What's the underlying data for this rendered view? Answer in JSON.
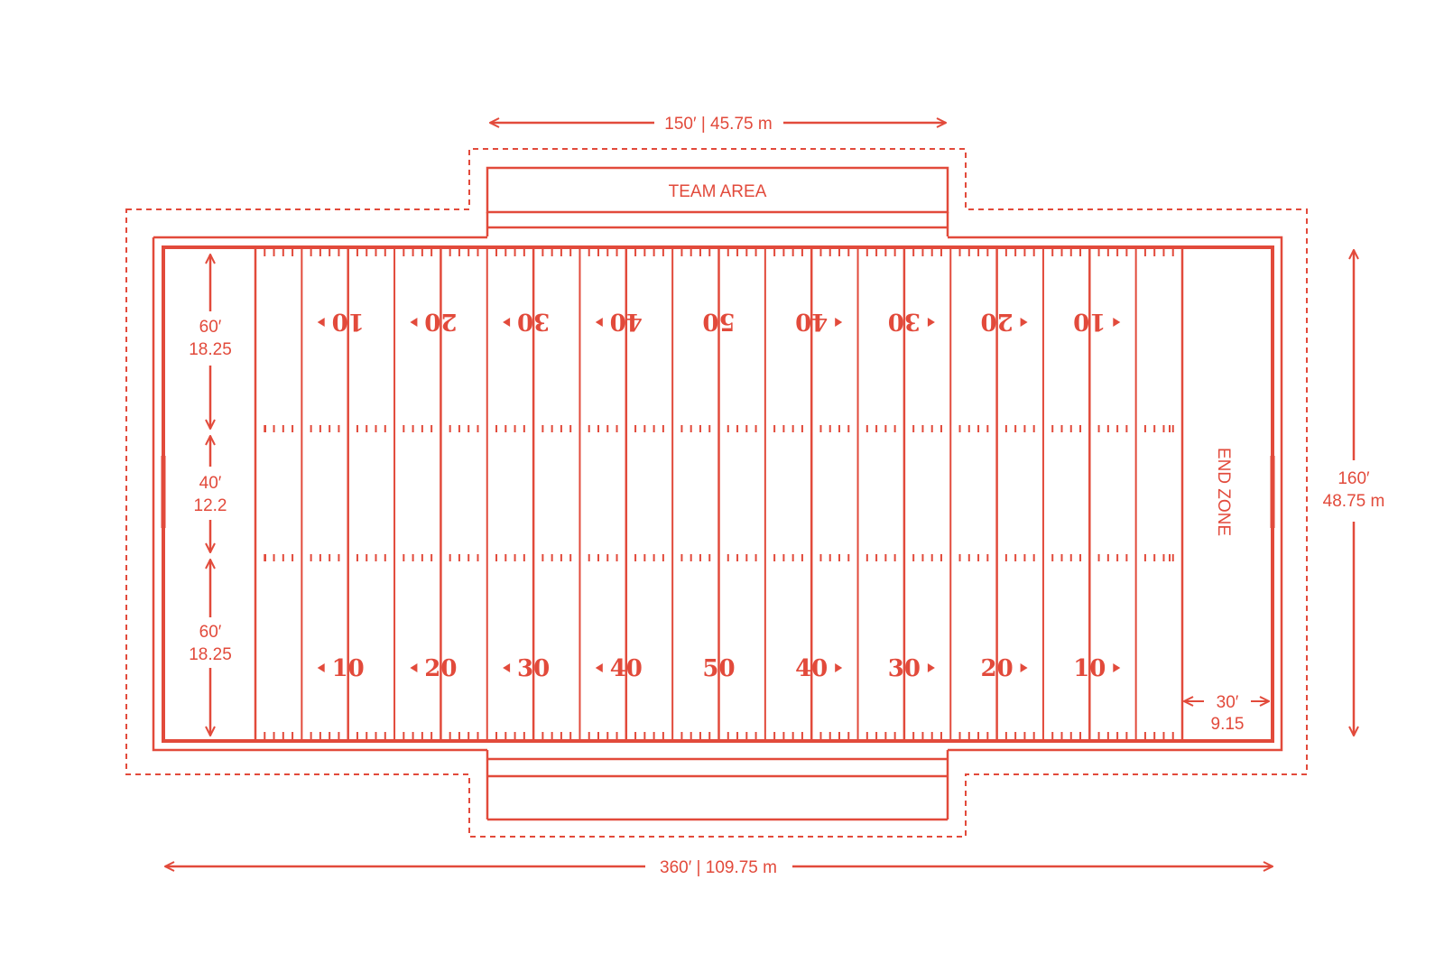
{
  "colors": {
    "accent": "#e24a3b",
    "background": "#ffffff"
  },
  "labels": {
    "team_area": "TEAM AREA",
    "end_zone": "END ZONE",
    "top_width": "150′ | 45.75 m",
    "bottom_length": "360′ | 109.75 m",
    "right_height_ft": "160′",
    "right_height_m": "48.75 m",
    "upper_ft": "60′",
    "upper_m": "18.25",
    "middle_ft": "40′",
    "middle_m": "12.2",
    "lower_ft": "60′",
    "lower_m": "18.25",
    "endzone_ft": "30′",
    "endzone_m": "9.15"
  },
  "yard_numbers": {
    "bottom": [
      "10",
      "20",
      "30",
      "40",
      "50",
      "40",
      "30",
      "20",
      "10"
    ],
    "top": [
      "10",
      "20",
      "30",
      "40",
      "50",
      "40",
      "30",
      "20",
      "10"
    ]
  }
}
